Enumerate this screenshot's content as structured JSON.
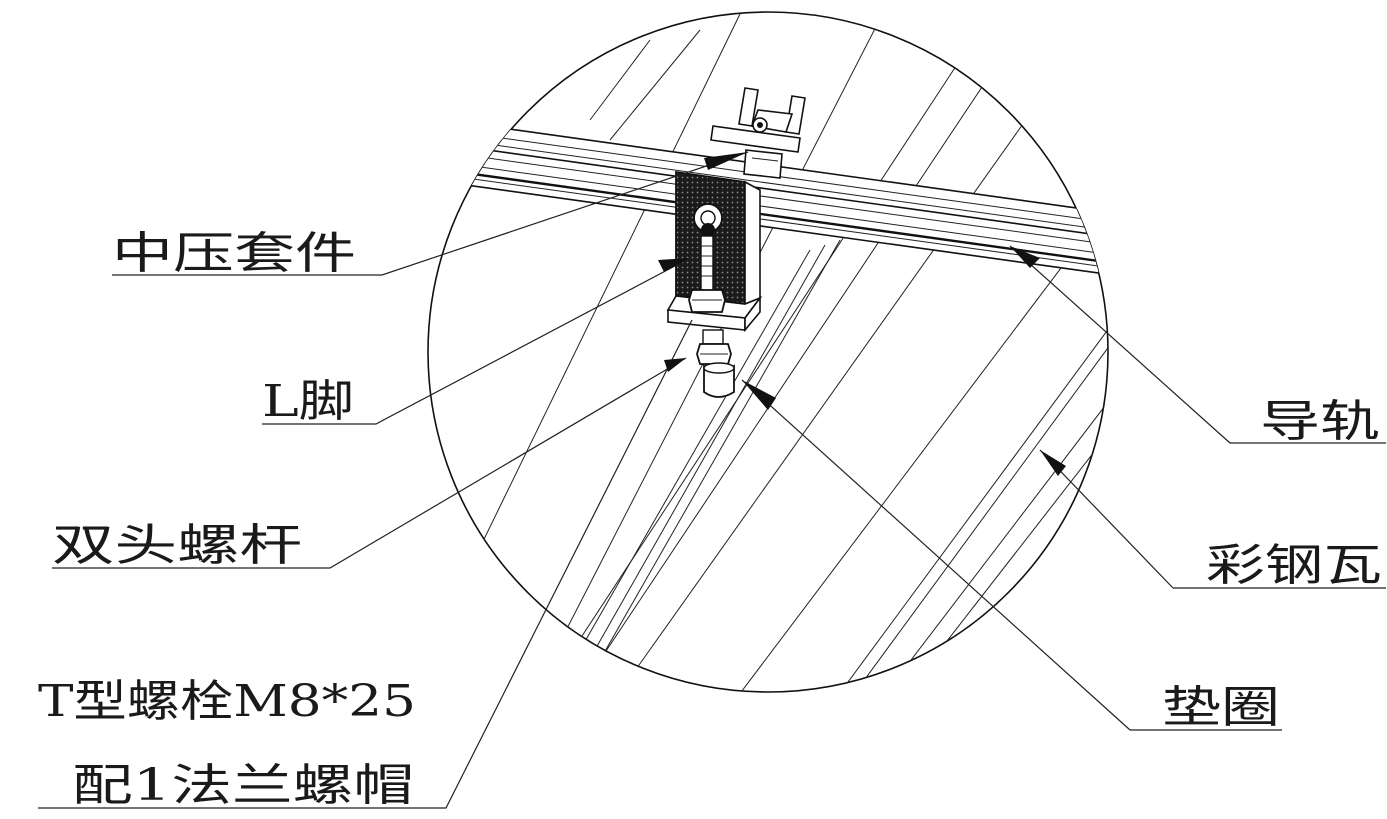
{
  "labels": {
    "mid_clamp": "中压套件",
    "l_foot": "L脚",
    "stud": "双头螺杆",
    "t_bolt_line1": "T型螺栓M8*25",
    "t_bolt_line2": "配1法兰螺帽",
    "rail": "导轨",
    "steel_tile": "彩钢瓦",
    "washer": "垫圈"
  }
}
